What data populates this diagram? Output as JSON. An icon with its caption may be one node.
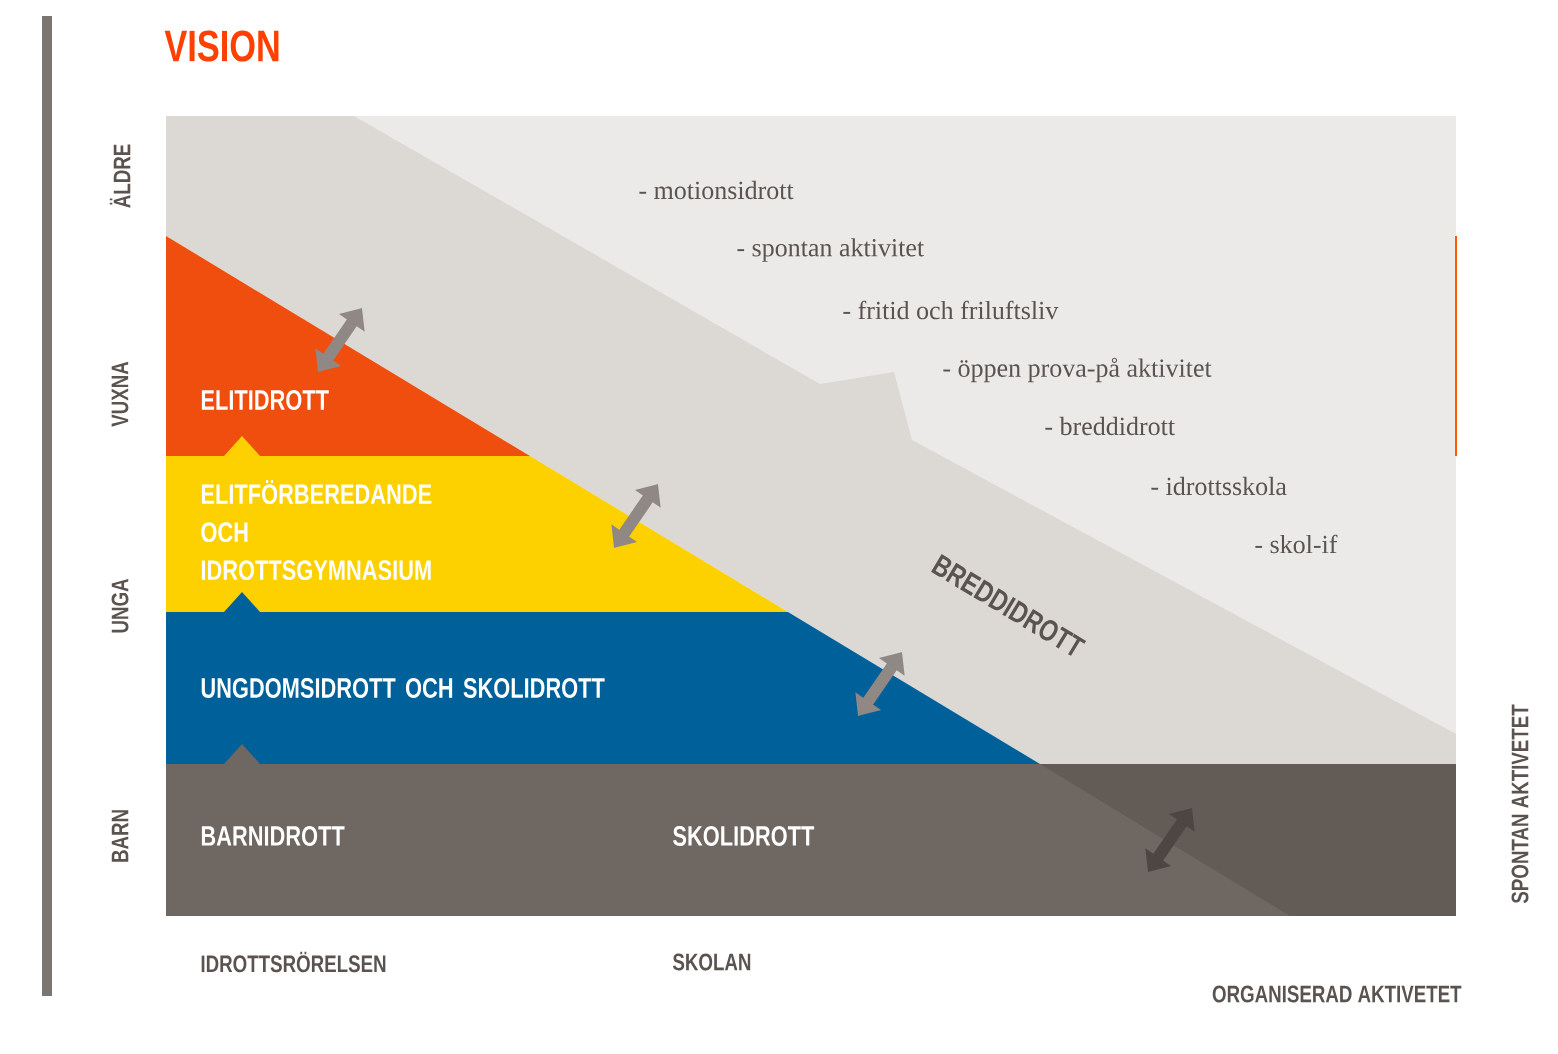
{
  "diagram": {
    "title": "VISION",
    "nodes": [
      {
        "text": [
          "ELITIDROTT"
        ]
      },
      {
        "text": [
          "ELITFÖRBEREDANDE OCH IDROTTSGYMNASIUM"
        ]
      },
      {
        "text": [
          "UNGDOMSIDROTT OCH SKOLIDROTT"
        ]
      },
      {
        "text": [
          "BARNIDROTT",
          "SKOLIDROTT"
        ]
      },
      {
        "text": [
          "BREDDIDROTT"
        ]
      }
    ],
    "labels": [
      "ÄLDRE",
      "VUXNA",
      "UNGA",
      "BARN",
      "- motionsidrott",
      "- spontan aktivitet",
      "- fritid och friluftsliv",
      "- öppen prova-på aktivitet",
      "- breddidrott",
      "- idrottsskola",
      "- skol-if",
      "IDROTTSRÖRELSEN",
      "SKOLAN",
      "SPONTAN AKTIVETET",
      "ORGANISERAD AKTIVETET"
    ]
  }
}
